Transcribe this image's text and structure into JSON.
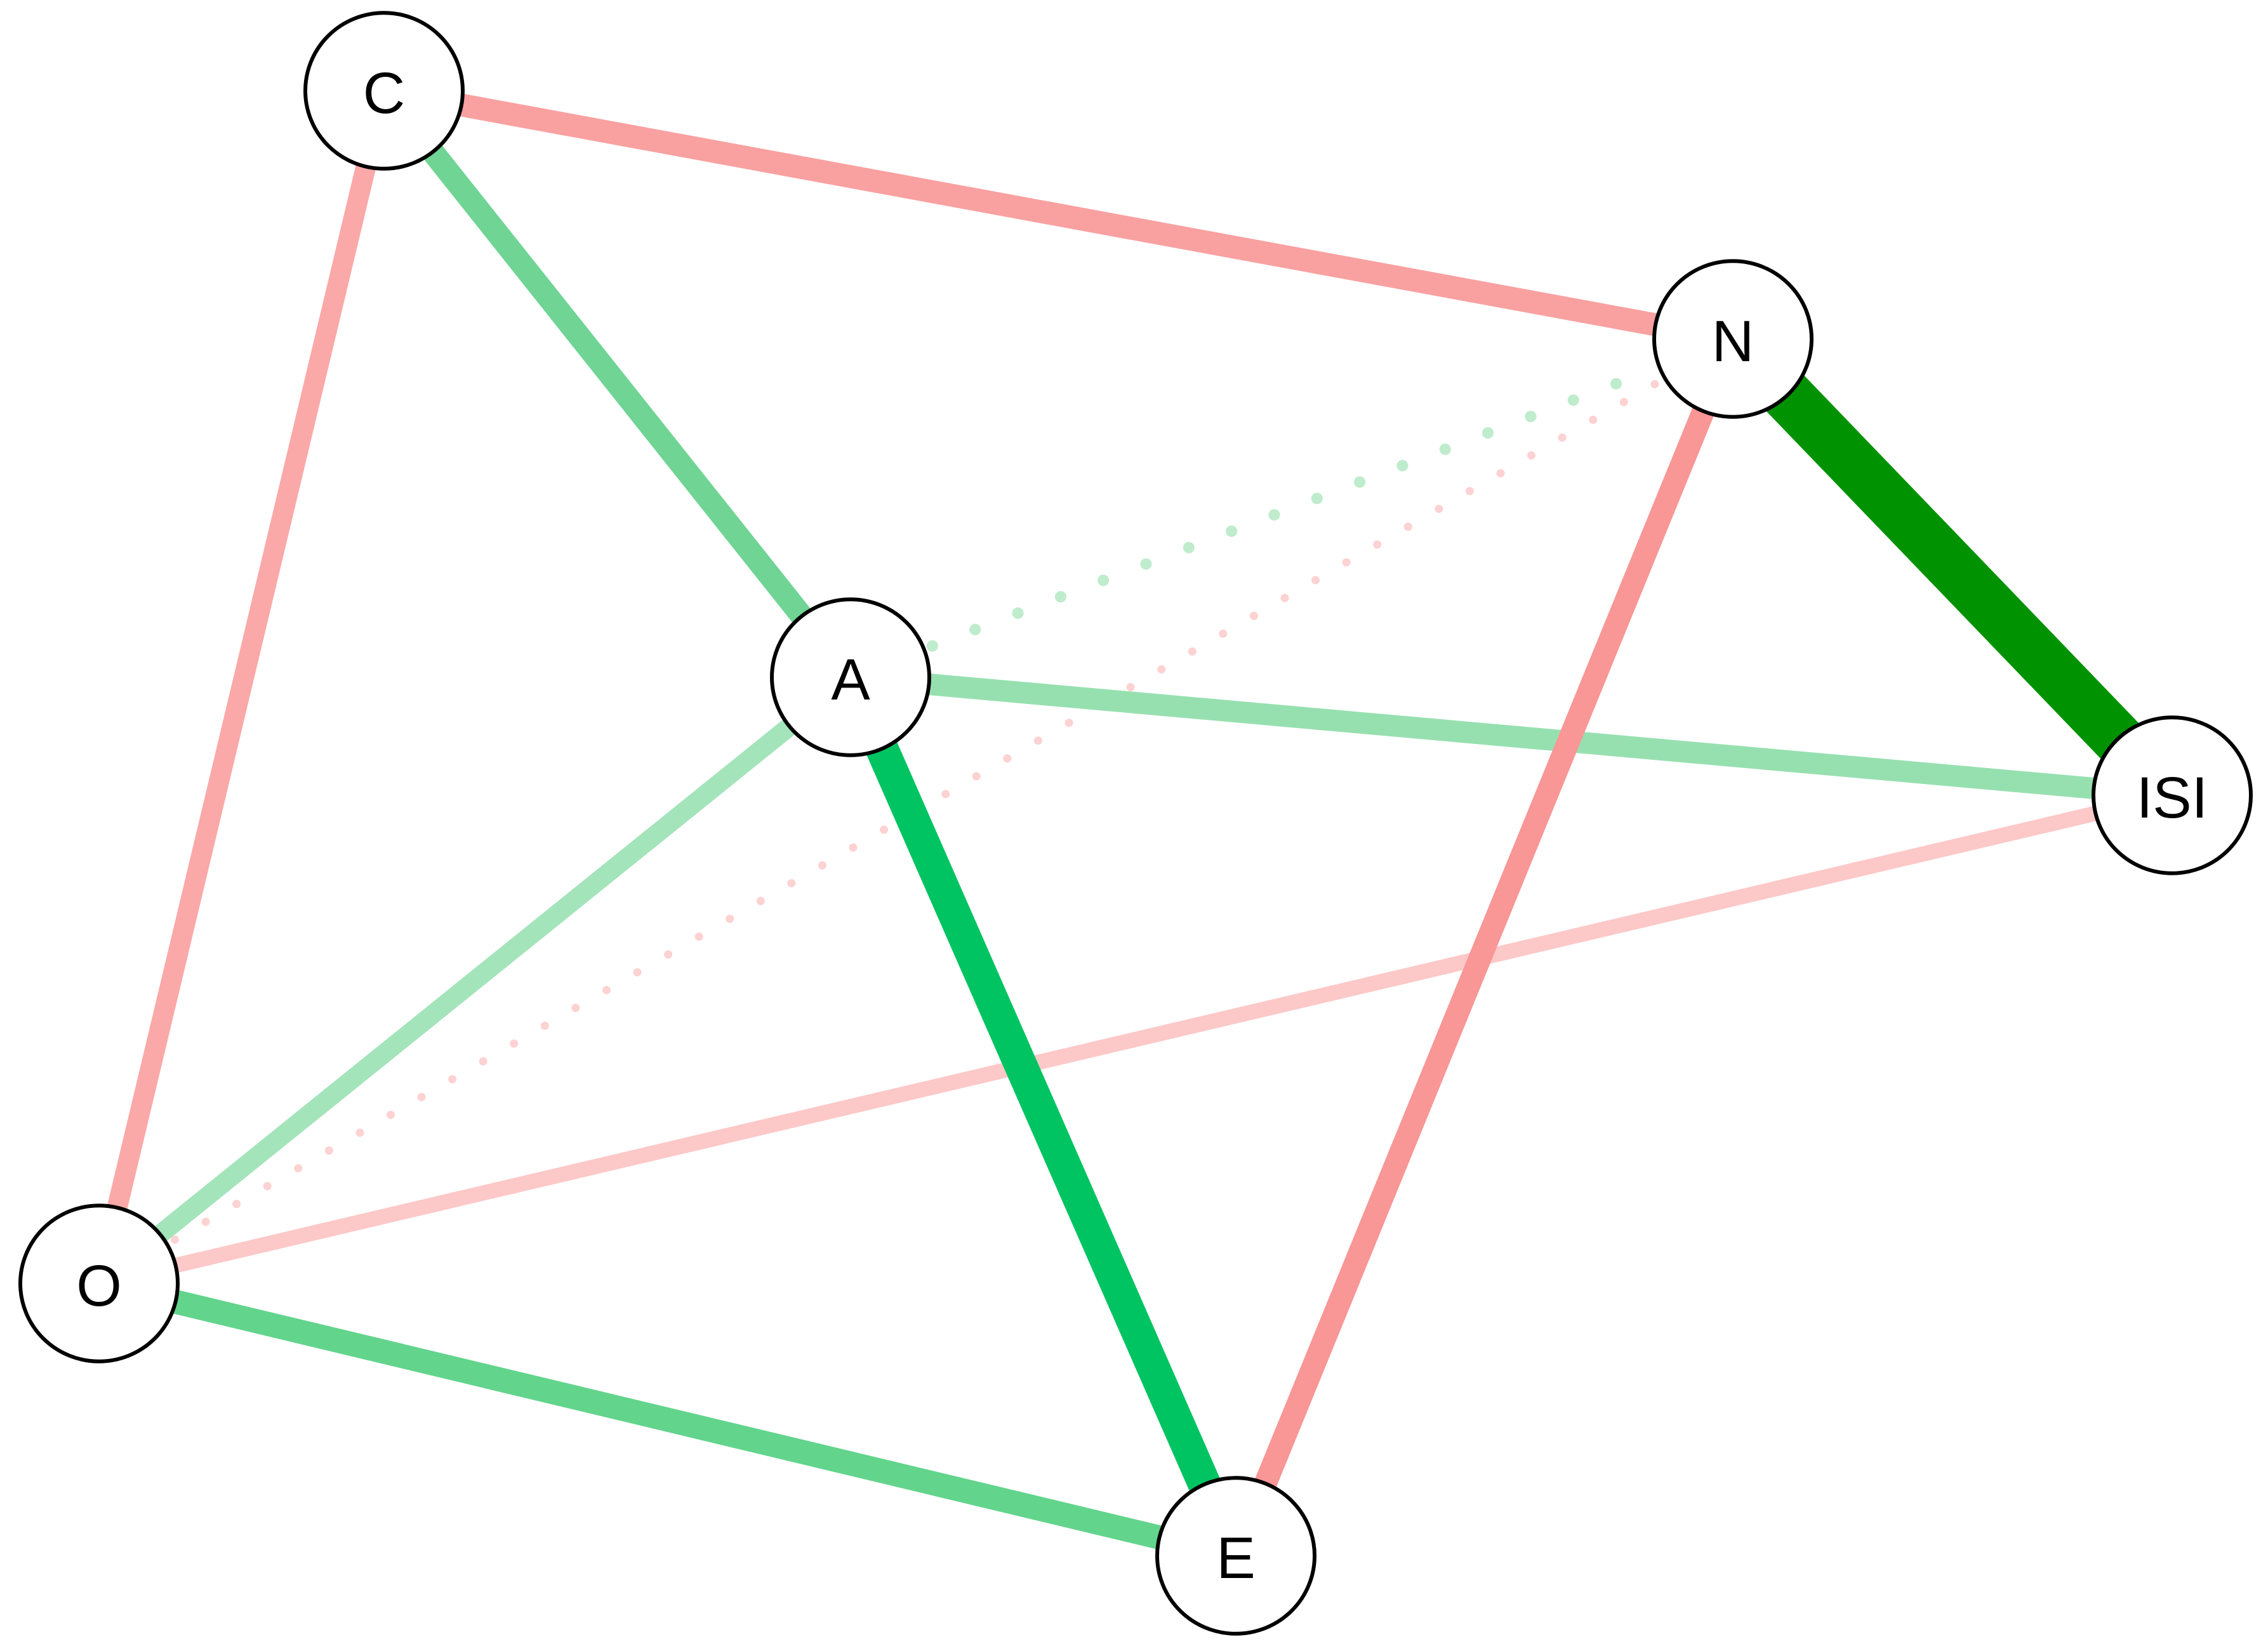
{
  "diagram": {
    "type": "network",
    "nodes": [
      {
        "id": "C",
        "label": "C"
      },
      {
        "id": "N",
        "label": "N"
      },
      {
        "id": "A",
        "label": "A"
      },
      {
        "id": "ISI",
        "label": "ISI"
      },
      {
        "id": "O",
        "label": "O"
      },
      {
        "id": "E",
        "label": "E"
      }
    ],
    "edges": [
      {
        "from": "C",
        "to": "N",
        "sign": "negative",
        "style": "solid",
        "color": "#f9a0a0"
      },
      {
        "from": "C",
        "to": "A",
        "sign": "positive",
        "style": "solid",
        "color": "#6fd494"
      },
      {
        "from": "C",
        "to": "O",
        "sign": "negative",
        "style": "solid",
        "color": "#fba8a8"
      },
      {
        "from": "N",
        "to": "ISI",
        "sign": "positive",
        "style": "solid",
        "color": "#009200"
      },
      {
        "from": "N",
        "to": "E",
        "sign": "negative",
        "style": "solid",
        "color": "#f99696"
      },
      {
        "from": "A",
        "to": "E",
        "sign": "positive",
        "style": "solid",
        "color": "#00c462"
      },
      {
        "from": "A",
        "to": "ISI",
        "sign": "positive",
        "style": "solid",
        "color": "#96e0b0"
      },
      {
        "from": "A",
        "to": "O",
        "sign": "positive",
        "style": "solid",
        "color": "#a4e4bb"
      },
      {
        "from": "O",
        "to": "E",
        "sign": "positive",
        "style": "solid",
        "color": "#62d48c"
      },
      {
        "from": "O",
        "to": "ISI",
        "sign": "negative",
        "style": "solid",
        "color": "#fdc8c8"
      },
      {
        "from": "A",
        "to": "N",
        "sign": "positive",
        "style": "dotted",
        "color": "#bfeccc"
      },
      {
        "from": "O",
        "to": "N",
        "sign": "negative",
        "style": "dotted",
        "color": "#fdd2d2"
      }
    ]
  }
}
